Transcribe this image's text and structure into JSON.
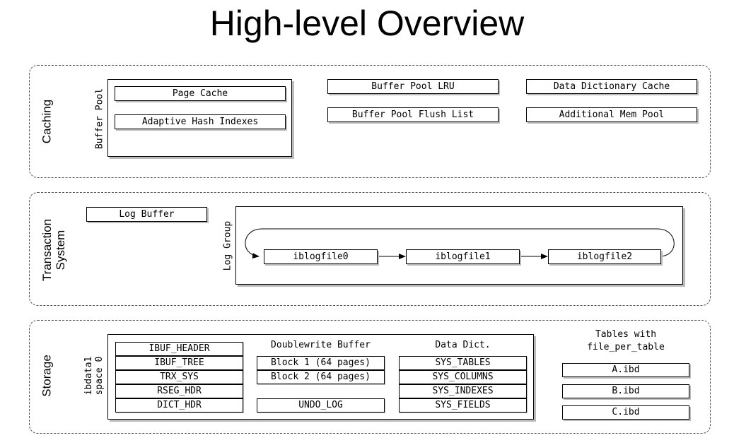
{
  "title": "High-level Overview",
  "sections": {
    "caching": {
      "label": "Caching",
      "buffer_pool": {
        "label": "Buffer Pool",
        "page_cache": "Page Cache",
        "adaptive_hash": "Adaptive Hash Indexes"
      },
      "lru": "Buffer Pool LRU",
      "flush_list": "Buffer Pool Flush List",
      "dict_cache": "Data Dictionary Cache",
      "mem_pool": "Additional Mem Pool"
    },
    "transaction": {
      "label_line1": "Transaction",
      "label_line2": "System",
      "log_buffer": "Log Buffer",
      "log_group": {
        "label": "Log Group",
        "files": [
          "iblogfile0",
          "iblogfile1",
          "iblogfile2"
        ]
      }
    },
    "storage": {
      "label": "Storage",
      "ibdata_line1": "ibdata1",
      "ibdata_line2": "space 0",
      "system_pages": [
        "IBUF_HEADER",
        "IBUF_TREE",
        "TRX_SYS",
        "RSEG_HDR",
        "DICT_HDR"
      ],
      "doublewrite": {
        "title": "Doublewrite Buffer",
        "blocks": [
          "Block 1 (64 pages)",
          "Block 2 (64 pages)"
        ]
      },
      "undo_log": "UNDO_LOG",
      "data_dict": {
        "title": "Data Dict.",
        "tables": [
          "SYS_TABLES",
          "SYS_COLUMNS",
          "SYS_INDEXES",
          "SYS_FIELDS"
        ]
      },
      "file_per_table": {
        "title_line1": "Tables with",
        "title_line2": "file_per_table",
        "files": [
          "A.ibd",
          "B.ibd",
          "C.ibd"
        ]
      }
    }
  }
}
